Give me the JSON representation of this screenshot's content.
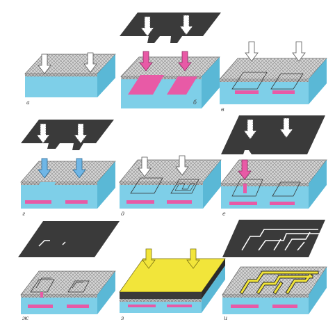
{
  "colors": {
    "hatch_surface": "#d6d6d6",
    "hatch_line": "#8a8a8a",
    "substrate_blue": "#7ecfe8",
    "substrate_side": "#5ab8d6",
    "doped_pink": "#e85aa6",
    "mask_dark": "#3a3a3a",
    "metal_yellow": "#f2e53a",
    "arrow_white": "#ffffff"
  },
  "panels": [
    {
      "id": "a",
      "label": "а"
    },
    {
      "id": "b",
      "label": "б"
    },
    {
      "id": "v",
      "label": "в"
    },
    {
      "id": "g",
      "label": "г"
    },
    {
      "id": "d",
      "label": "д"
    },
    {
      "id": "e",
      "label": "е"
    },
    {
      "id": "zh",
      "label": "ж"
    },
    {
      "id": "z",
      "label": "з"
    },
    {
      "id": "i",
      "label": "и"
    }
  ]
}
